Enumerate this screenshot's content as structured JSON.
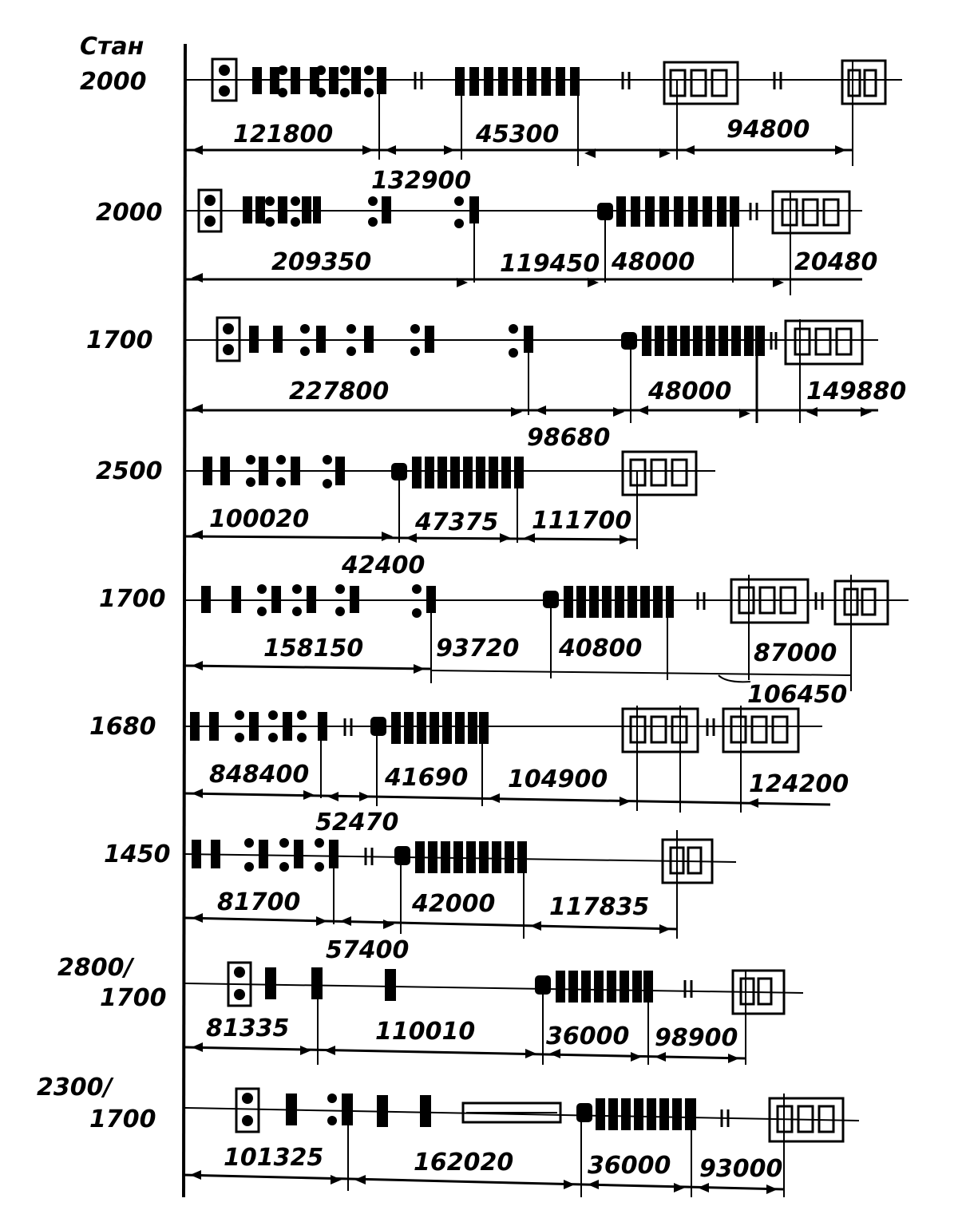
{
  "header": {
    "line1": "Стан",
    "line2": "2000"
  },
  "rows": [
    {
      "mill": [
        "2000"
      ],
      "dims": [
        "121800",
        "132900",
        "45300",
        "94800"
      ]
    },
    {
      "mill": [
        "2000"
      ],
      "dims": [
        "209350",
        "119450",
        "48000",
        "20480"
      ]
    },
    {
      "mill": [
        "1700"
      ],
      "dims": [
        "227800",
        "98680",
        "48000",
        "149880"
      ]
    },
    {
      "mill": [
        "2500"
      ],
      "dims": [
        "100020",
        "42400",
        "47375",
        "111700"
      ]
    },
    {
      "mill": [
        "1700"
      ],
      "dims": [
        "158150",
        "93720",
        "40800",
        "87000",
        "106450"
      ]
    },
    {
      "mill": [
        "1680"
      ],
      "dims": [
        "848400",
        "52470",
        "41690",
        "104900",
        "124200"
      ]
    },
    {
      "mill": [
        "1450"
      ],
      "dims": [
        "81700",
        "57400",
        "42000",
        "117835"
      ]
    },
    {
      "mill": [
        "2800/",
        "1700"
      ],
      "dims": [
        "81335",
        "110010",
        "36000",
        "98900"
      ]
    },
    {
      "mill": [
        "2300/",
        "1700"
      ],
      "dims": [
        "101325",
        "162020",
        "36000",
        "93000"
      ]
    }
  ]
}
